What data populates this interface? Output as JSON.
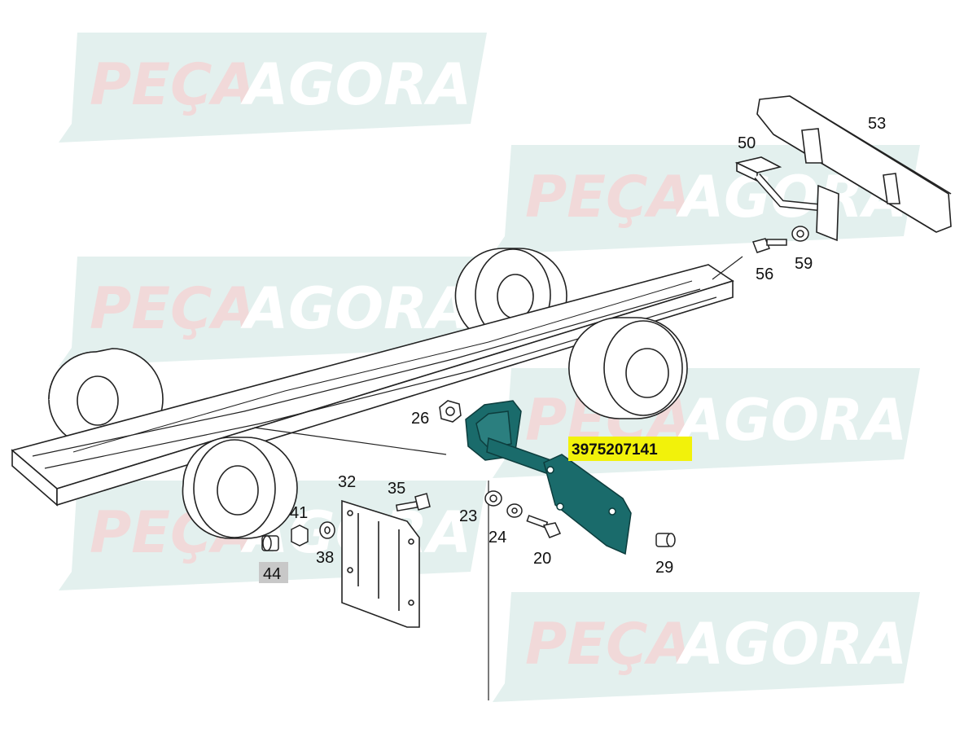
{
  "watermark": {
    "text_a": "PEÇA",
    "text_b": "AGORA",
    "bg_color": "#e3f0ee",
    "text_a_color": "#f1d9d9",
    "text_b_color": "#ffffff"
  },
  "highlight": {
    "part_number": "3975207141",
    "label_bg": "#f2f20a",
    "part_color": "#1a6b6b"
  },
  "callouts": {
    "n53": "53",
    "n50": "50",
    "n56": "56",
    "n59": "59",
    "n26": "26",
    "n32": "32",
    "n35": "35",
    "n41": "41",
    "n38": "38",
    "n44": "44",
    "n23": "23",
    "n24": "24",
    "n20": "20",
    "n29": "29"
  },
  "icons": {
    "part_icon": "exhaust-bracket-icon"
  }
}
